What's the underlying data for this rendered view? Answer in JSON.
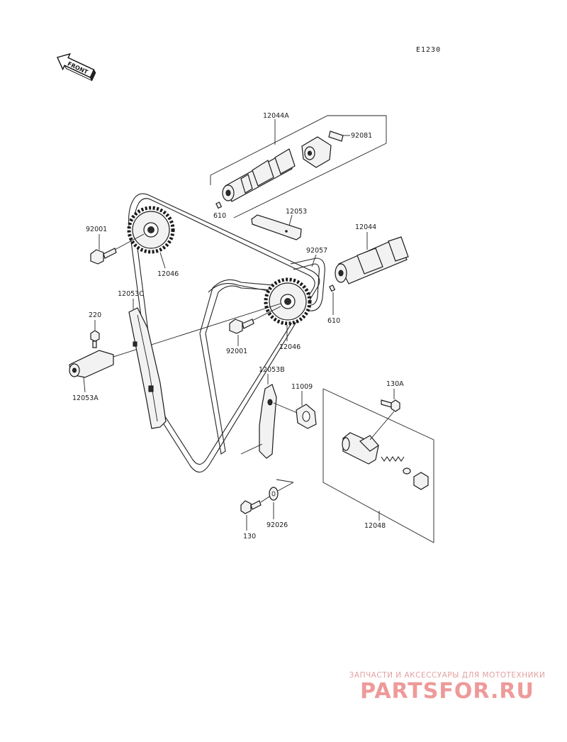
{
  "diagram": {
    "figure_code": "E1230",
    "front_label": "FRONT",
    "parts": {
      "p12044A": "12044A",
      "p92081": "92081",
      "p610_top": "610",
      "p12053": "12053",
      "p12044": "12044",
      "p92001_left": "92001",
      "p12046_left": "12046",
      "p92057": "92057",
      "p12053C": "12053C",
      "p220": "220",
      "p92001_mid": "92001",
      "p12046_mid": "12046",
      "p610_right": "610",
      "p12053A": "12053A",
      "p12053B": "12053B",
      "p11009": "11009",
      "p130A": "130A",
      "p92026": "92026",
      "p130": "130",
      "p12048": "12048"
    }
  },
  "watermark": {
    "subtitle": "ЗАПЧАСТИ И АКСЕССУАРЫ ДЛЯ МОТОТЕХНИКИ",
    "brand": "PARTSFOR.RU",
    "color": "#ee9a9a"
  }
}
